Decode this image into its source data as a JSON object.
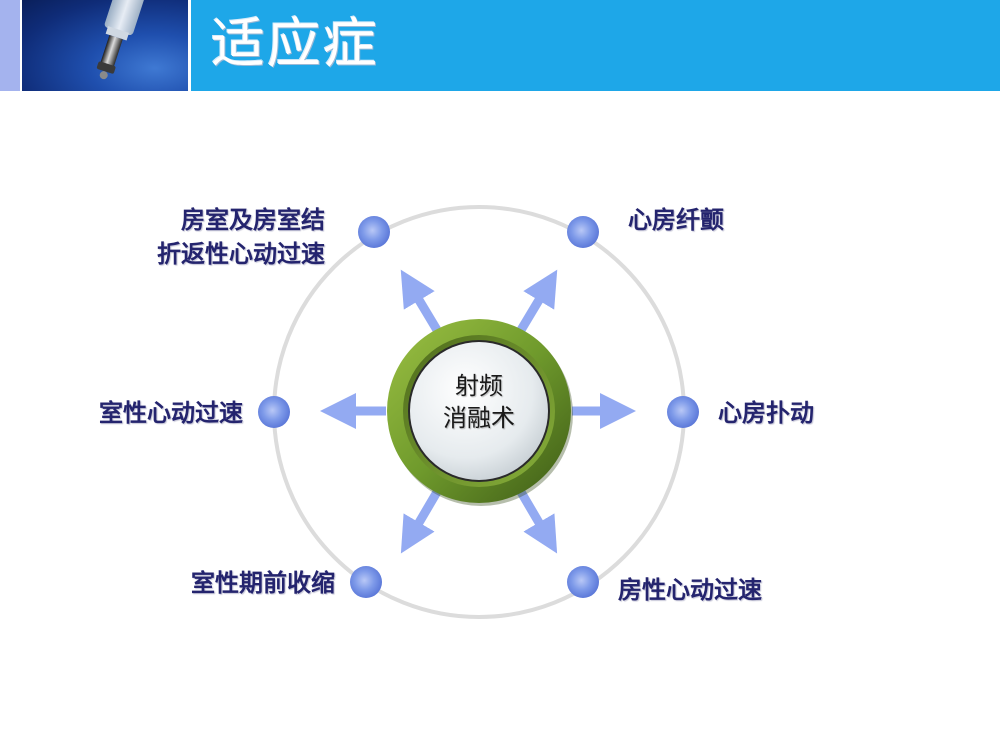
{
  "slide": {
    "title": "适应症",
    "header_colors": {
      "left_strip": "#a4b3ee",
      "title_bar": "#1ea7e8",
      "title_text": "#ffffff"
    },
    "header_image": "syringe-photo"
  },
  "diagram": {
    "center": {
      "line1": "射频",
      "line2": "消融术",
      "ring_color": "#6f9a2c"
    },
    "ring_color": "#dcdcdc",
    "arrow_color": "#93aaf2",
    "node_color": "#6f8fe6",
    "label_color": "#24246e",
    "indications": [
      {
        "position": "top-left",
        "line1": "房室及房室结",
        "line2": "折返性心动过速"
      },
      {
        "position": "top-right",
        "line1": "心房纤颤"
      },
      {
        "position": "left",
        "line1": "室性心动过速"
      },
      {
        "position": "right",
        "line1": "心房扑动"
      },
      {
        "position": "bottom-left",
        "line1": "室性期前收缩"
      },
      {
        "position": "bottom-right",
        "line1": "房性心动过速"
      }
    ]
  }
}
